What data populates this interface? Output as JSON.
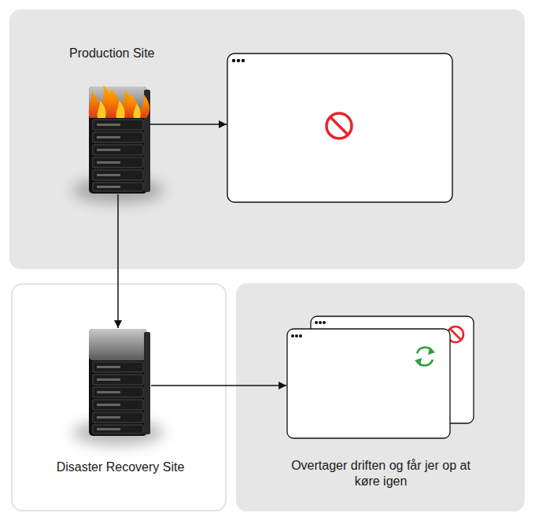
{
  "diagram": {
    "nodes": [
      {
        "text": [
          "Production Site"
        ]
      },
      {
        "text": [
          "Disaster Recovery Site"
        ]
      },
      {
        "text": [
          "Overtager driften og får jer op at køre igen"
        ]
      }
    ],
    "edges": [
      {
        "from": 0,
        "to": 1,
        "arrow": "to"
      },
      {
        "from": 1,
        "to": 2,
        "arrow": "to"
      }
    ]
  }
}
